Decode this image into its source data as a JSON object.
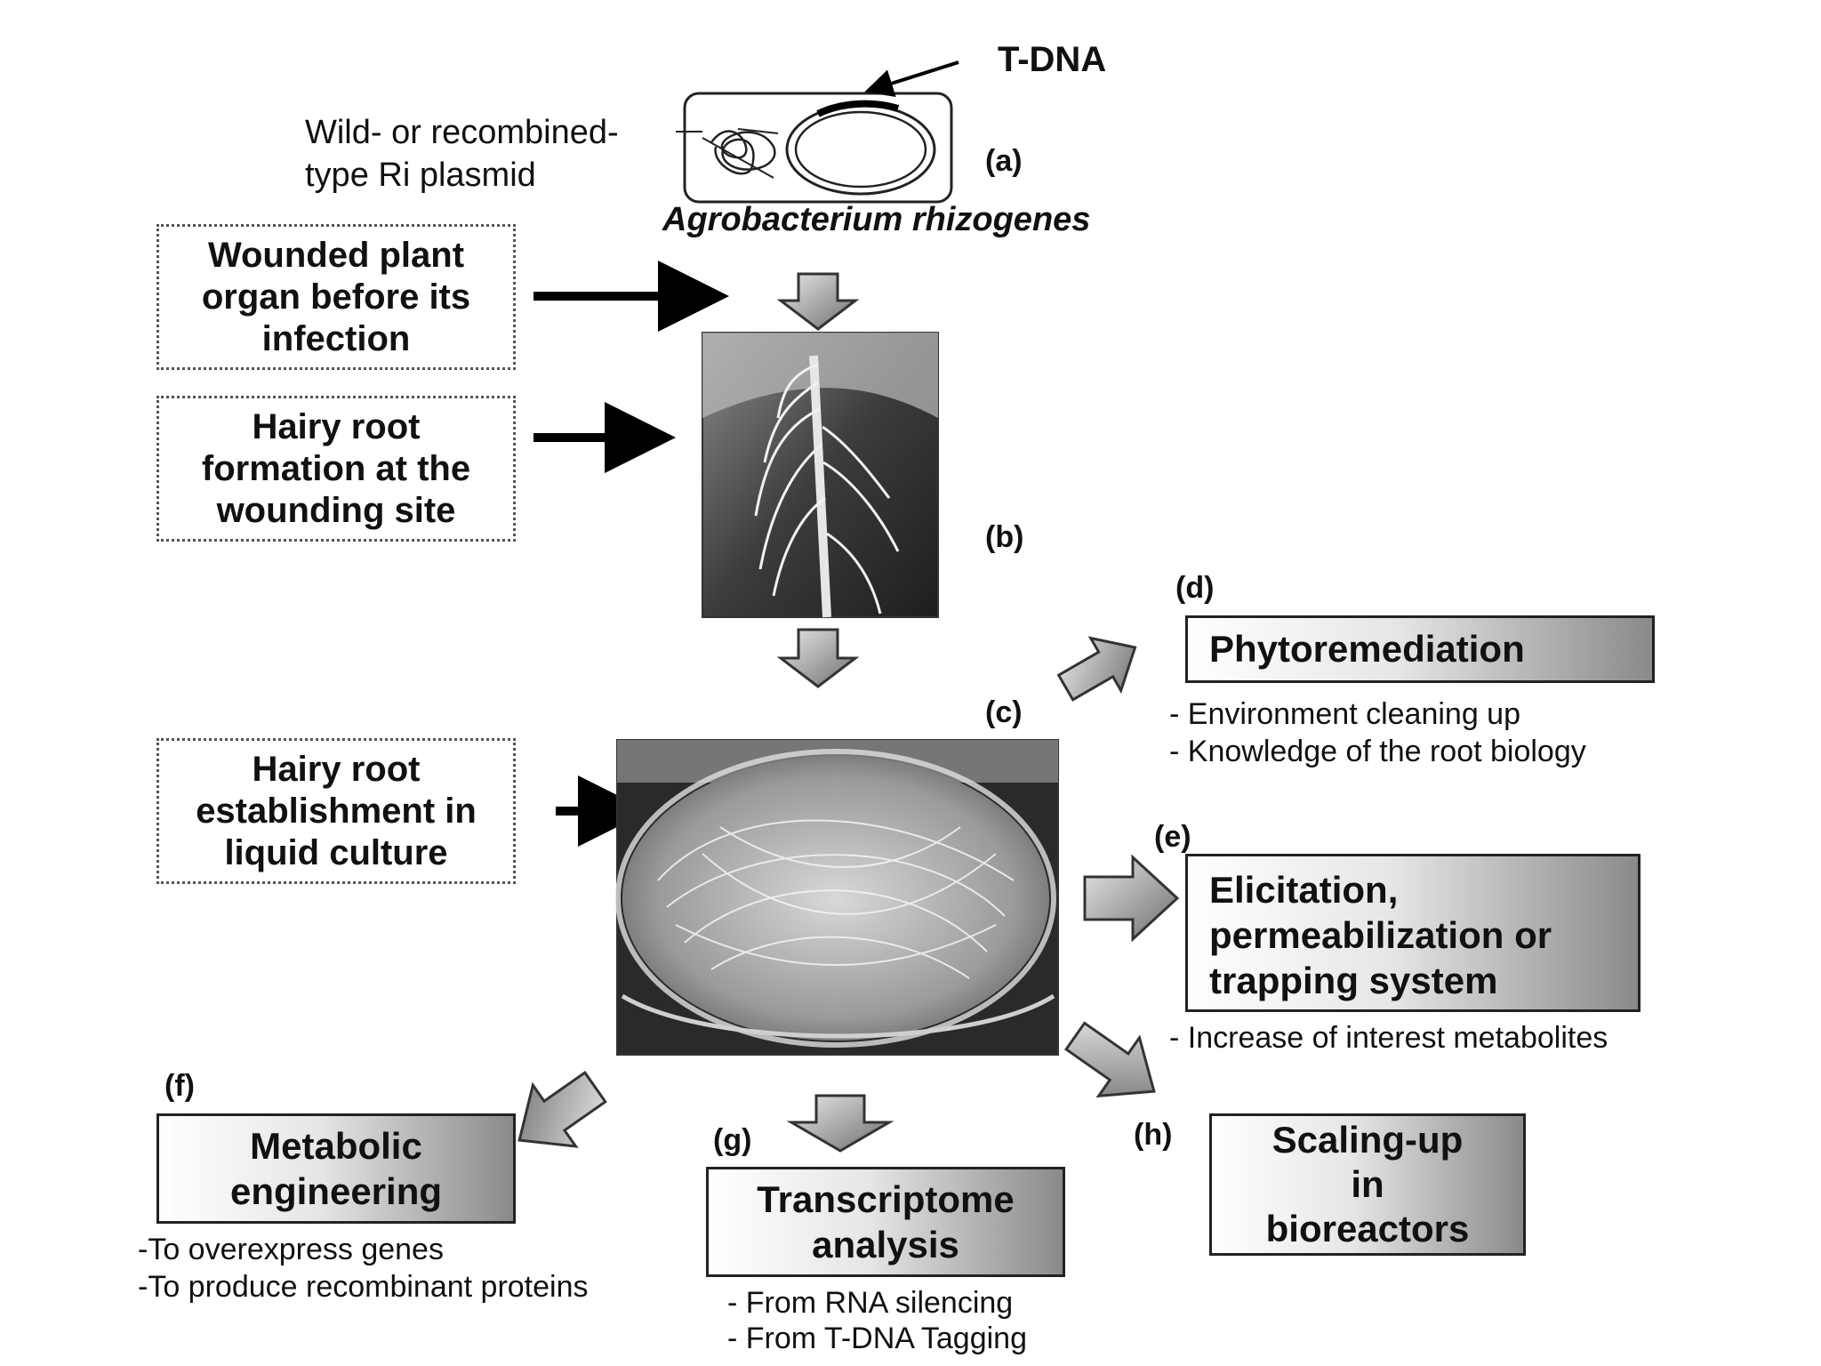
{
  "top": {
    "tdna_label": "T-DNA",
    "plasmid_label_line1": "Wild- or recombined-",
    "plasmid_label_line2": "type Ri plasmid",
    "organism_label": "Agrobacterium rhizogenes",
    "tag_a": "(a)"
  },
  "left_steps": [
    {
      "lines": [
        "Wounded plant",
        "organ before its",
        "infection"
      ]
    },
    {
      "lines": [
        "Hairy root",
        "formation at the",
        "wounding site"
      ]
    },
    {
      "lines": [
        "Hairy root",
        "establishment in",
        "liquid culture"
      ]
    }
  ],
  "tags": {
    "b": "(b)",
    "c": "(c)",
    "d": "(d)",
    "e": "(e)",
    "f": "(f)",
    "g": "(g)",
    "h": "(h)"
  },
  "applications": {
    "d": {
      "title": "Phytoremediation",
      "bullets": [
        "- Environment cleaning up",
        "- Knowledge of the root biology"
      ]
    },
    "e": {
      "title_lines": [
        "Elicitation,",
        "permeabilization or",
        "trapping system"
      ],
      "bullets": [
        "- Increase of interest metabolites"
      ]
    },
    "f": {
      "title_lines": [
        "Metabolic",
        "engineering"
      ],
      "bullets": [
        "-To overexpress genes",
        "-To produce recombinant proteins"
      ]
    },
    "g": {
      "title_lines": [
        "Transcriptome",
        "analysis"
      ],
      "bullets": [
        "- From RNA silencing",
        "- From T-DNA Tagging"
      ]
    },
    "h": {
      "title_lines": [
        "Scaling-up",
        "in",
        "bioreactors"
      ]
    }
  },
  "colors": {
    "block_arrow_fill": "#9a9a9a",
    "block_arrow_stroke": "#333333",
    "arrow_black": "#000000"
  }
}
